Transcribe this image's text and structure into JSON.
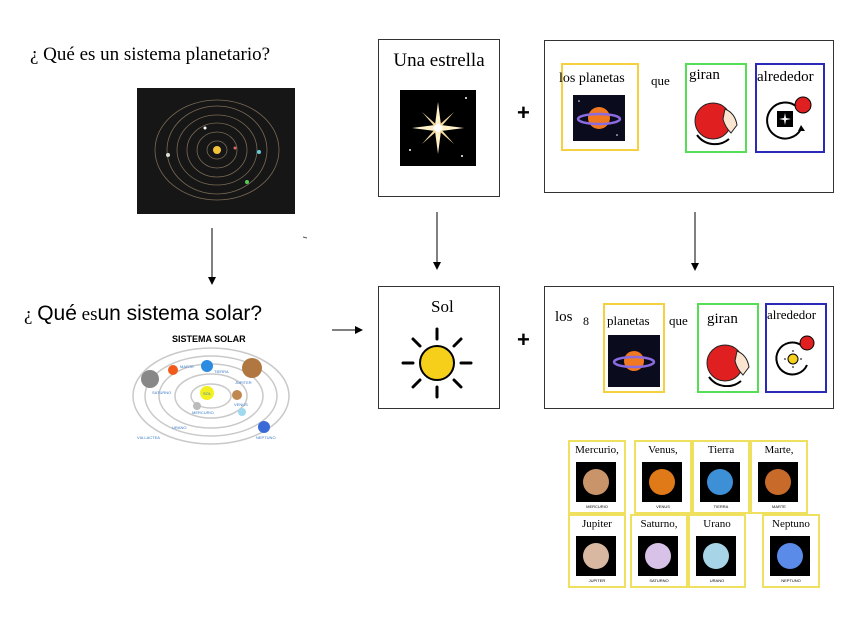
{
  "questions": {
    "q1": "¿ Qué es un sistema planetario?",
    "q2_mark": "¿",
    "q2_que": "Qué",
    "q2_es": "es",
    "q2_rest": "un sistema solar?"
  },
  "solar_diagram": {
    "title": "SISTEMA SOLAR",
    "labels": [
      "MARTE",
      "TIERRA",
      "JUPITER",
      "SATURNO",
      "VENUS",
      "SOL",
      "MERCURIO",
      "URANO",
      "VIA LACTEA",
      "NEPTUNO"
    ]
  },
  "top_row": {
    "star_label": "Una estrella",
    "plus": "+",
    "words": {
      "planets": "los planetas",
      "que": "que",
      "giran": "giran",
      "alrededor": "alrededor"
    }
  },
  "bottom_row": {
    "sun_label": "Sol",
    "plus": "+",
    "words": {
      "los": "los",
      "num": "8",
      "planets": "planetas",
      "que": "que",
      "giran": "giran",
      "alrededor": "alrededor"
    }
  },
  "planet_cards": [
    {
      "name": "Mercurio,",
      "caption": "MERCURIO",
      "color": "#c9946a"
    },
    {
      "name": "Venus,",
      "caption": "VENUS",
      "color": "#e07a18"
    },
    {
      "name": "Tierra",
      "caption": "TIERRA",
      "color": "#3d8fd6"
    },
    {
      "name": "Marte,",
      "caption": "MARTE",
      "color": "#c86a2a"
    },
    {
      "name": "Jupiter",
      "caption": "JUPITER",
      "color": "#d8b8a0"
    },
    {
      "name": "Saturno,",
      "caption": "SATURNO",
      "color": "#d9c2e8"
    },
    {
      "name": "Urano",
      "caption": "URANO",
      "color": "#a8d4e8"
    },
    {
      "name": "Neptuno",
      "caption": "NEPTUNO",
      "color": "#5a8be8"
    }
  ],
  "colors": {
    "yellow_border": "#f5d040",
    "green_border": "#55dd55",
    "blue_border": "#2a2ab8",
    "sun": "#f5cf1a",
    "red": "#e02020"
  }
}
